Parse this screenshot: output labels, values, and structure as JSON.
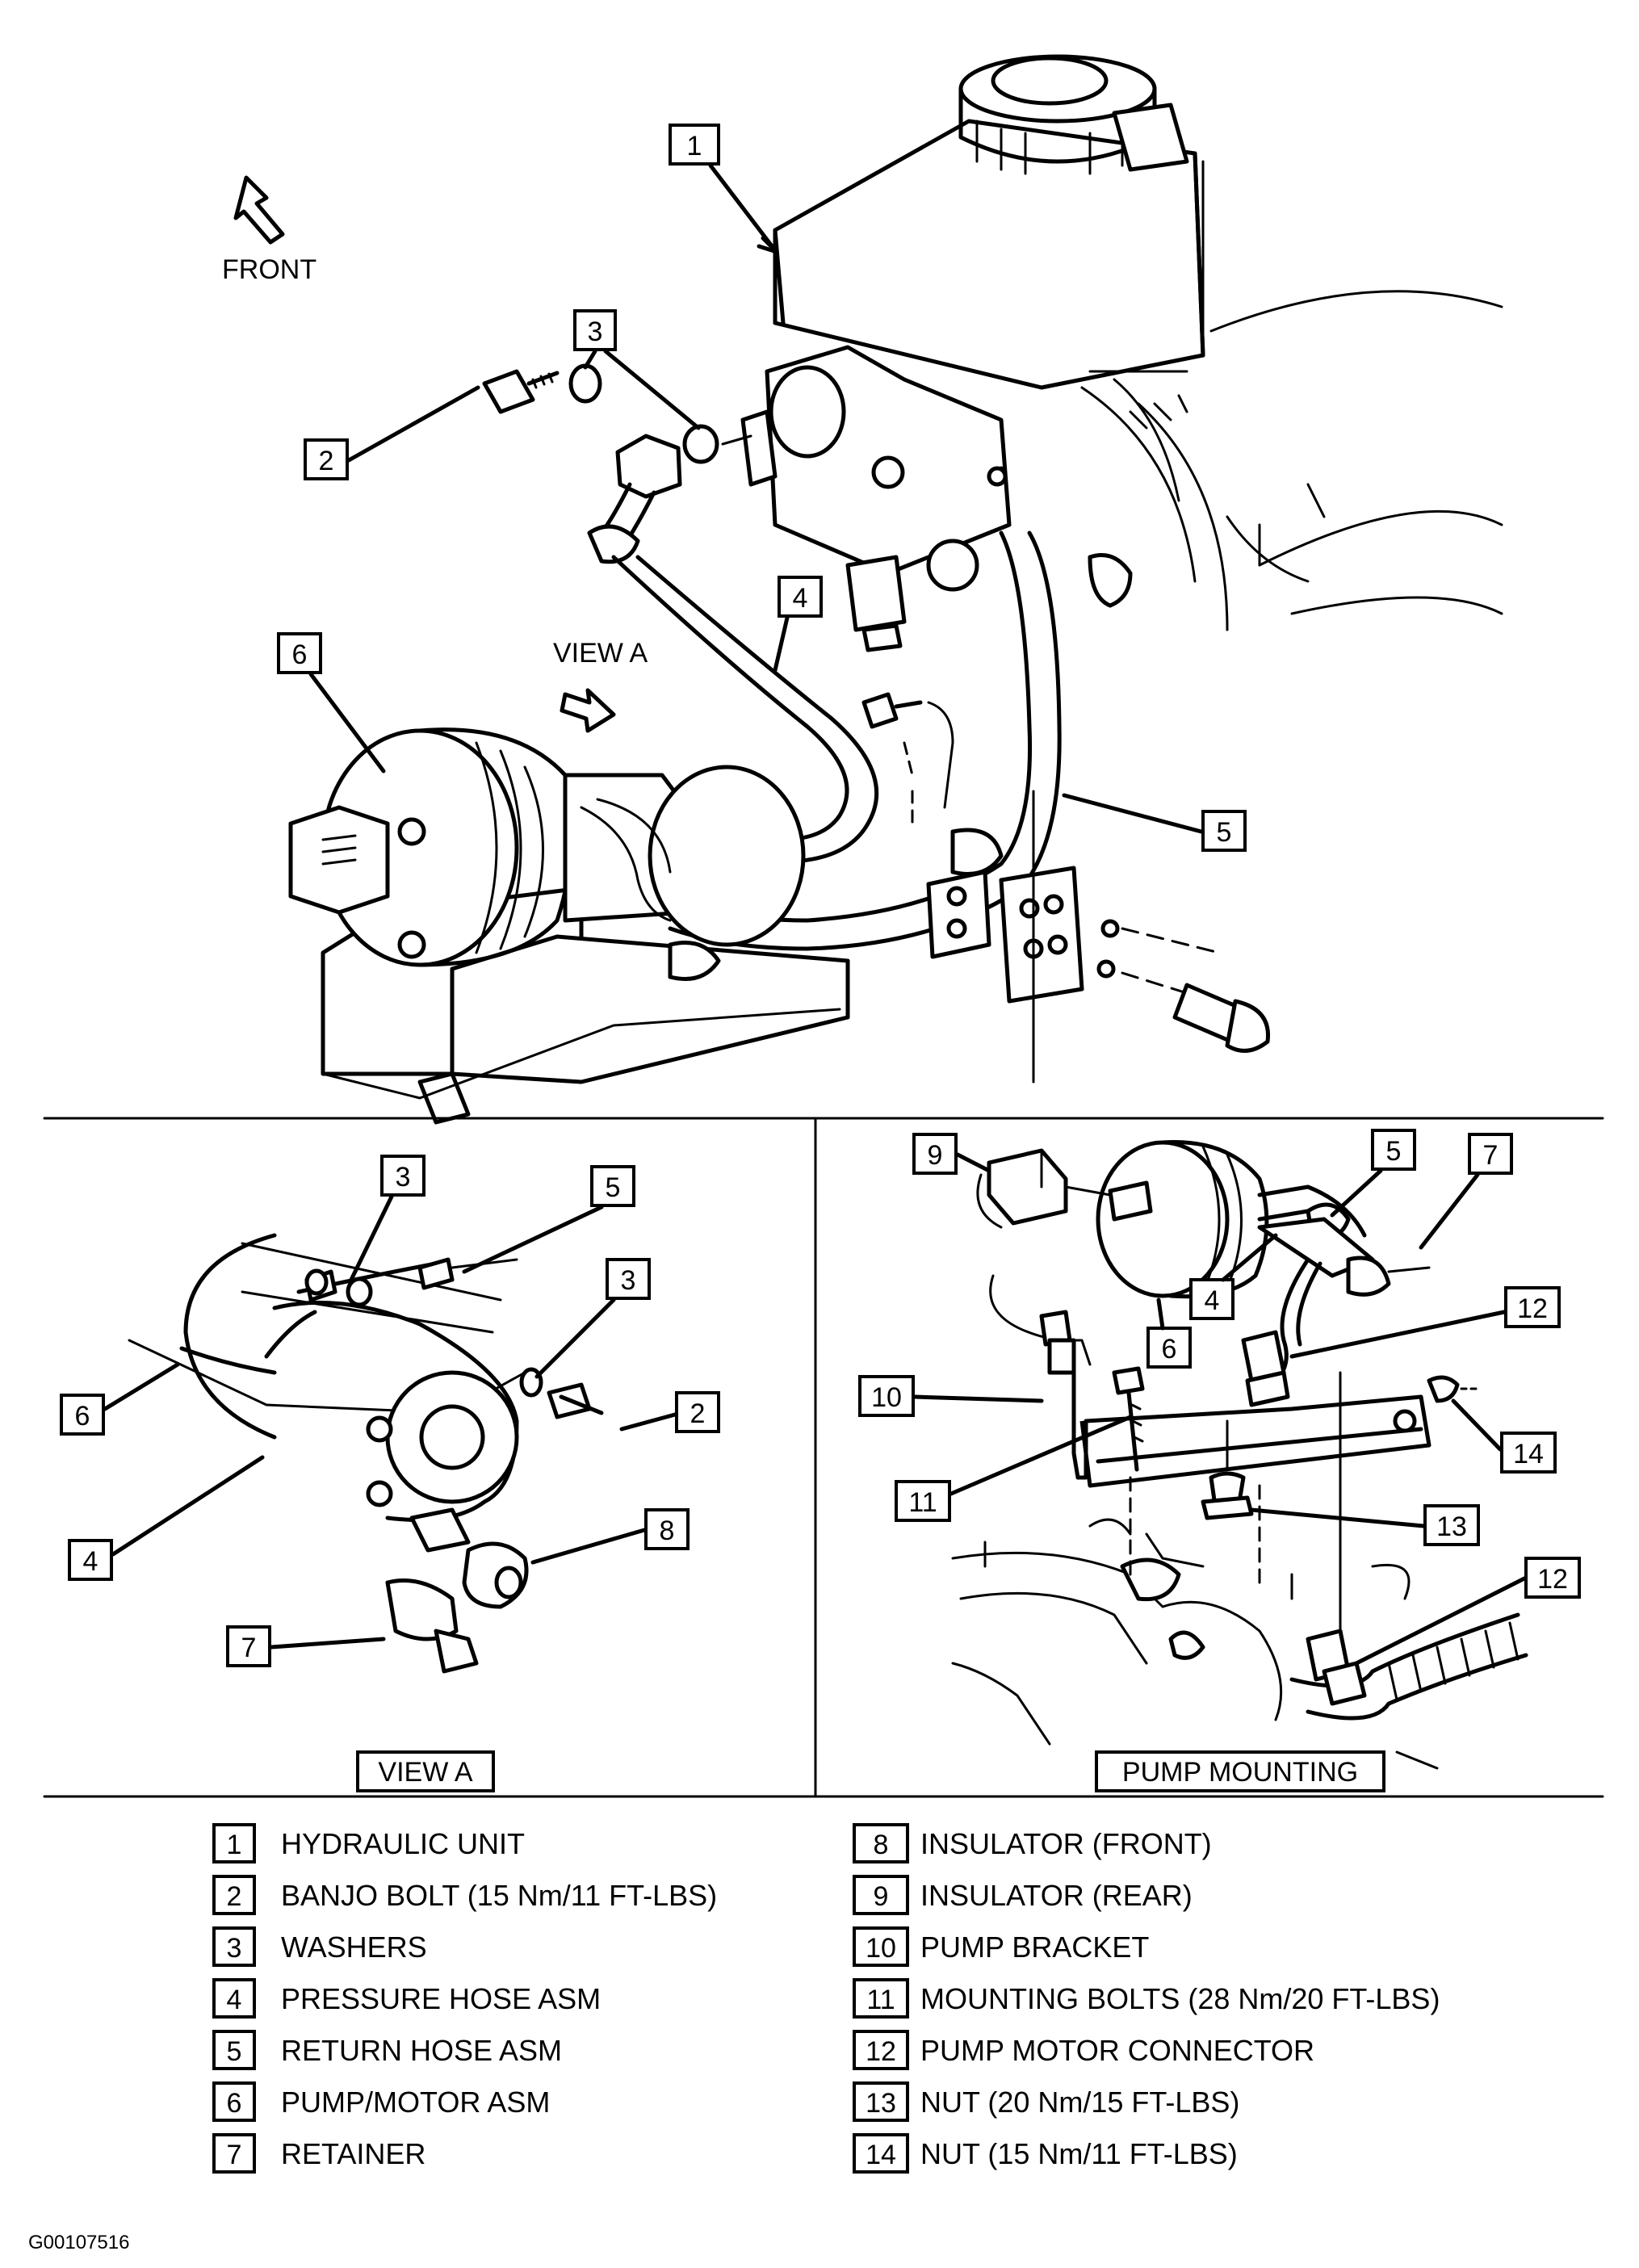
{
  "labels": {
    "front": "FRONT",
    "view_a_arrow": "VIEW A",
    "view_a_title": "VIEW A",
    "pump_mounting_title": "PUMP MOUNTING",
    "figure_id": "G00107516"
  },
  "callouts": {
    "c1": "1",
    "c2": "2",
    "c3": "3",
    "c4": "4",
    "c5": "5",
    "c6": "6",
    "c7": "7",
    "c8": "8",
    "c9": "9",
    "c10": "10",
    "c11": "11",
    "c12": "12",
    "c13": "13",
    "c14": "14"
  },
  "legend_left": [
    {
      "num": "1",
      "text": "HYDRAULIC UNIT"
    },
    {
      "num": "2",
      "text": "BANJO BOLT (15 Nm/11 FT-LBS)"
    },
    {
      "num": "3",
      "text": "WASHERS"
    },
    {
      "num": "4",
      "text": "PRESSURE HOSE ASM"
    },
    {
      "num": "5",
      "text": "RETURN HOSE ASM"
    },
    {
      "num": "6",
      "text": "PUMP/MOTOR ASM"
    },
    {
      "num": "7",
      "text": "RETAINER"
    }
  ],
  "legend_right": [
    {
      "num": "8",
      "text": "INSULATOR (FRONT)"
    },
    {
      "num": "9",
      "text": "INSULATOR (REAR)"
    },
    {
      "num": "10",
      "text": "PUMP BRACKET"
    },
    {
      "num": "11",
      "text": "MOUNTING BOLTS (28 Nm/20 FT-LBS)"
    },
    {
      "num": "12",
      "text": "PUMP MOTOR CONNECTOR"
    },
    {
      "num": "13",
      "text": "NUT (20 Nm/15 FT-LBS)"
    },
    {
      "num": "14",
      "text": "NUT (15 Nm/11 FT-LBS)"
    }
  ]
}
